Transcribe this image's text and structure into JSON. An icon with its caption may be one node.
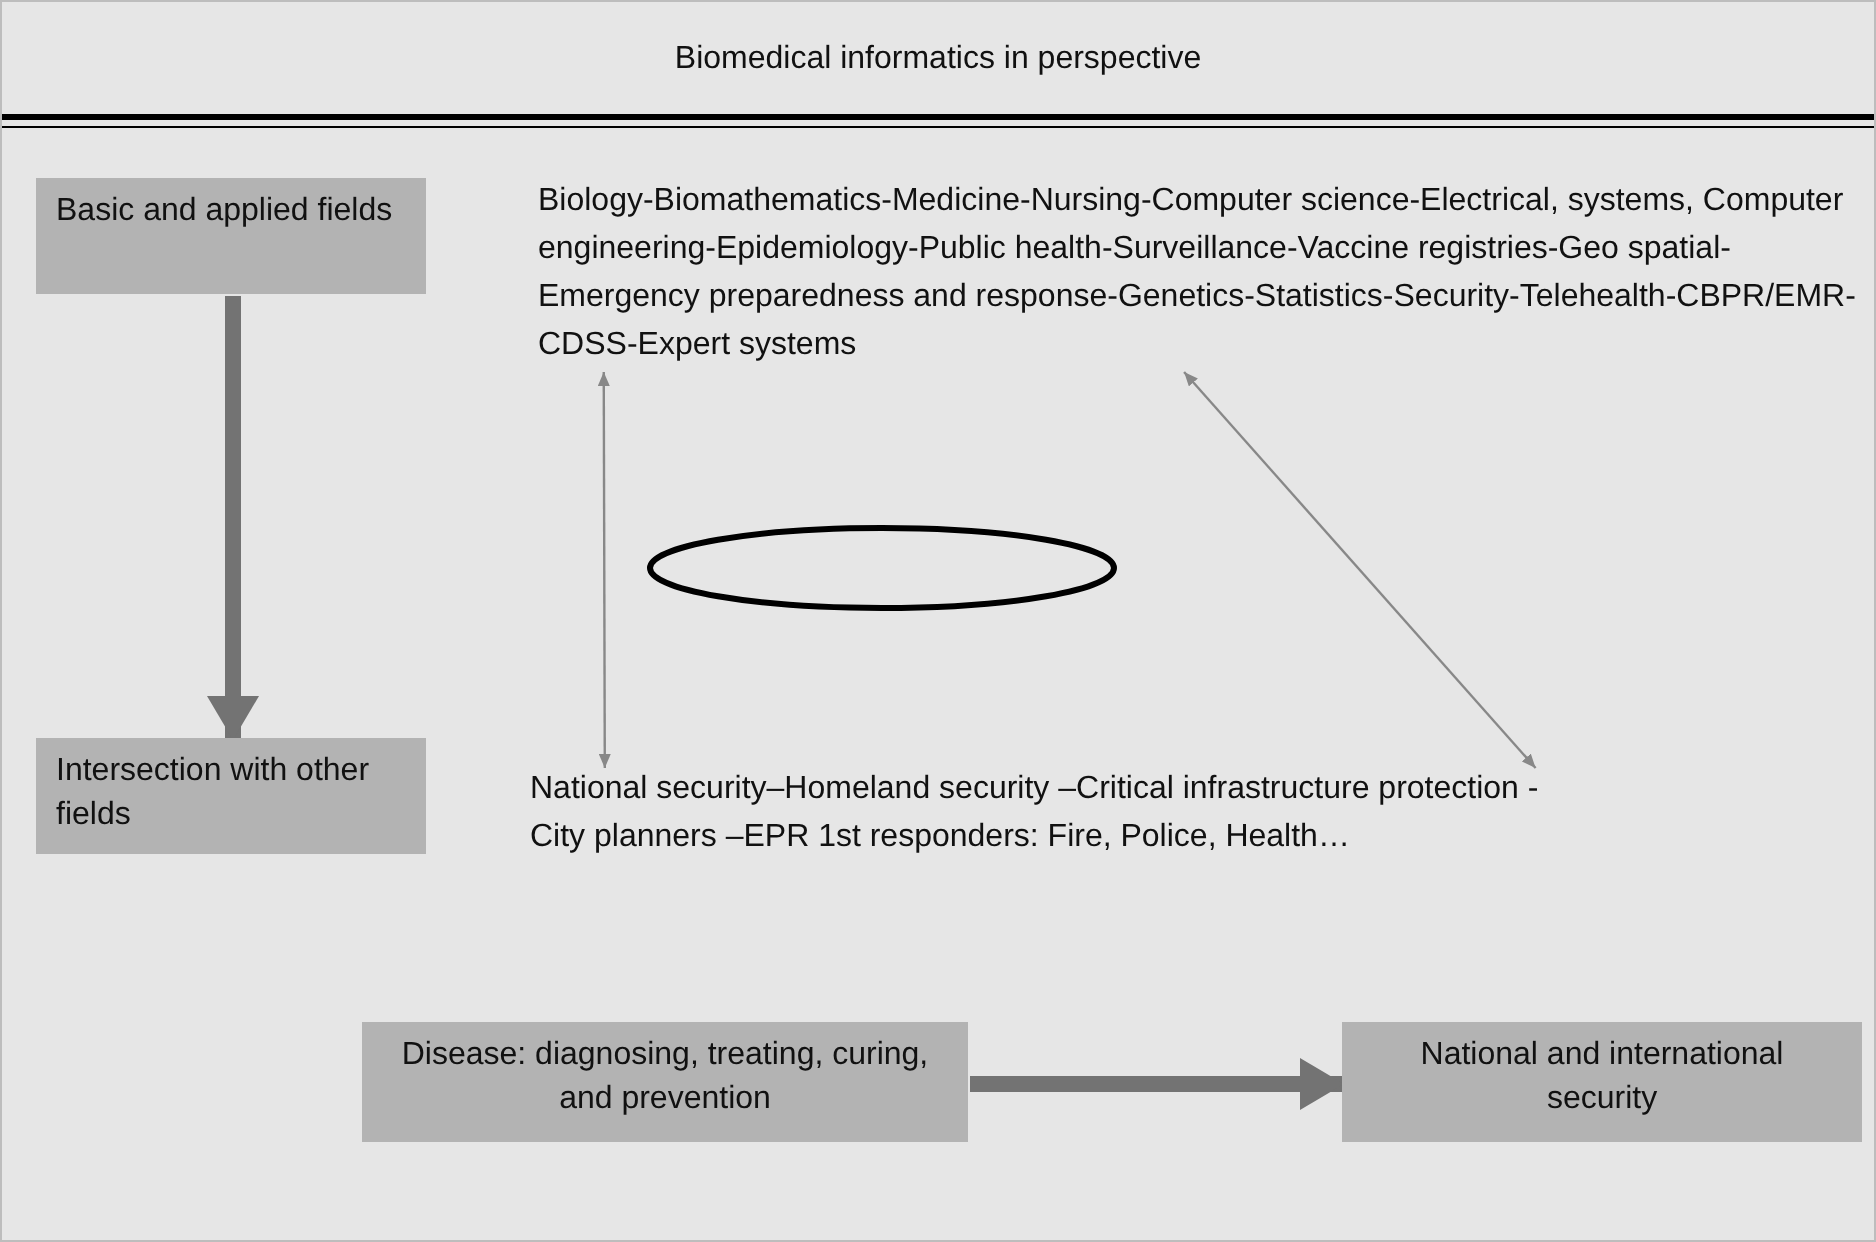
{
  "diagram": {
    "title": "Biomedical informatics in perspective",
    "nodes": [
      {
        "text": [
          "Basic and applied fields"
        ]
      },
      {
        "text": [
          "Biology-Biomathematics-Medicine-Nursing-Computer science-Electrical, systems, Computer engineering-Epidemiology-Public health-Surveillance-Vaccine registries-Geo spatial-Emergency preparedness and response-Genetics-Statistics-Security-Telehealth-CBPR/EMR-CDSS-Expert systems"
        ]
      },
      {
        "text": [],
        "shape": "ellipse"
      },
      {
        "text": [
          "Intersection with other fields"
        ]
      },
      {
        "text": [
          "National security–Homeland security –Critical infrastructure protection -City planners –EPR 1st responders: Fire, Police, Health…"
        ]
      },
      {
        "text": [
          "Disease: diagnosing, treating, curing, and prevention"
        ]
      },
      {
        "text": [
          "National and international security"
        ]
      }
    ],
    "edges": [
      {
        "from": 0,
        "to": 3,
        "arrow": "to",
        "style": "thick"
      },
      {
        "from": 1,
        "to": 4,
        "arrow": "both"
      },
      {
        "from": 1,
        "to": 4,
        "arrow": "both"
      },
      {
        "from": 5,
        "to": 6,
        "arrow": "to",
        "style": "thick"
      }
    ]
  }
}
